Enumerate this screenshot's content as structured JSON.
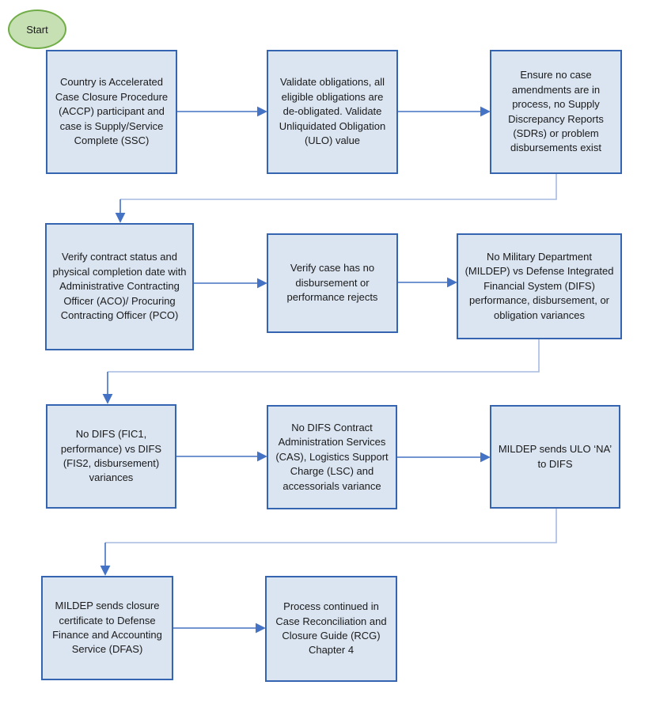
{
  "flowchart": {
    "start": {
      "label": "Start"
    },
    "boxes": [
      {
        "id": "accp-participant",
        "text": "Country is Accelerated Case Closure Procedure (ACCP) participant and case is Supply/Service Complete (SSC)"
      },
      {
        "id": "validate-obligations",
        "text": "Validate obligations, all eligible obligations are de-obligated.  Validate Unliquidated Obligation (ULO) value"
      },
      {
        "id": "no-case-amendments",
        "text": "Ensure no case amendments are in process, no Supply Discrepancy Reports (SDRs) or problem disbursements exist"
      },
      {
        "id": "verify-contract-status",
        "text": "Verify contract status and physical completion date with Administrative Contracting Officer (ACO)/ Procuring Contracting Officer (PCO)"
      },
      {
        "id": "no-rejects",
        "text": "Verify case has no disbursement or performance rejects"
      },
      {
        "id": "no-mildep-difs-variances",
        "text": "No Military Department (MILDEP) vs Defense Integrated Financial System (DIFS) performance, disbursement, or obligation variances"
      },
      {
        "id": "no-fic1-fis2-variances",
        "text": "No DIFS (FIC1, performance) vs DIFS (FIS2, disbursement) variances"
      },
      {
        "id": "no-cas-lsc-variance",
        "text": "No DIFS Contract Administration Services (CAS), Logistics Support Charge (LSC) and accessorials variance"
      },
      {
        "id": "mildep-sends-ulo",
        "text": "MILDEP sends ULO ‘NA’ to DIFS"
      },
      {
        "id": "mildep-sends-closure-certificate",
        "text": "MILDEP sends closure certificate to Defense Finance and Accounting Service (DFAS)"
      },
      {
        "id": "process-continued-rcg",
        "text": "Process continued in Case Reconciliation and Closure Guide (RCG) Chapter 4"
      }
    ],
    "colors": {
      "background": "#ffffff",
      "box_fill": "#dbe5f1",
      "box_border": "#3565b0",
      "arrow": "#4472c4",
      "elbow": "#a6badf",
      "start_fill": "#c6e0b4",
      "start_border": "#70ad47",
      "text": "#1a1a1a"
    }
  }
}
